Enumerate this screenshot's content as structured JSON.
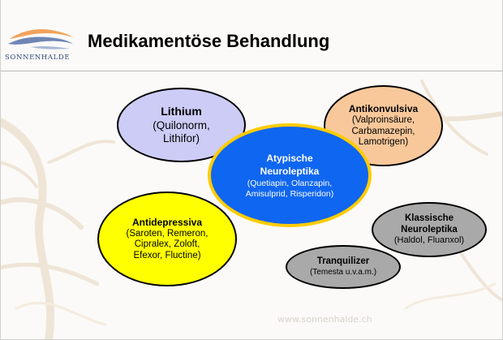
{
  "header": {
    "logo_text": "SONNENHALDE",
    "title": "Medikamentöse Behandlung"
  },
  "nodes": {
    "lithium": {
      "title": "Lithium",
      "detail": "(Quilonorm,\nLithifor)",
      "color": "#ccccf6"
    },
    "antikonvulsiva": {
      "title": "Antikonvulsiva",
      "detail": "(Valproinsäure,\nCarbamazepin,\nLamotrigen)",
      "color": "#f8c89a"
    },
    "atypische": {
      "title": "Atypische\nNeuroleptika",
      "detail": "(Quetiapin, Olanzapin,\nAmisulprid, Risperidon)",
      "color": "#0f66f0",
      "border_color": "#ffcc00"
    },
    "antidepressiva": {
      "title": "Antidepressiva",
      "detail": "(Saroten, Remeron,\nCipralex, Zoloft,\nEfexor, Fluctine)",
      "color": "#ffff00"
    },
    "klassische": {
      "title": "Klassische\nNeuroleptika",
      "detail": "(Haldol, Fluanxol)",
      "color": "#a9a9a9"
    },
    "tranquilizer": {
      "title": "Tranquilizer",
      "detail": "(Temesta u.v.a.m.)",
      "color": "#a9a9a9"
    }
  },
  "footer": {
    "url": "www.sonnenhalde.ch"
  }
}
